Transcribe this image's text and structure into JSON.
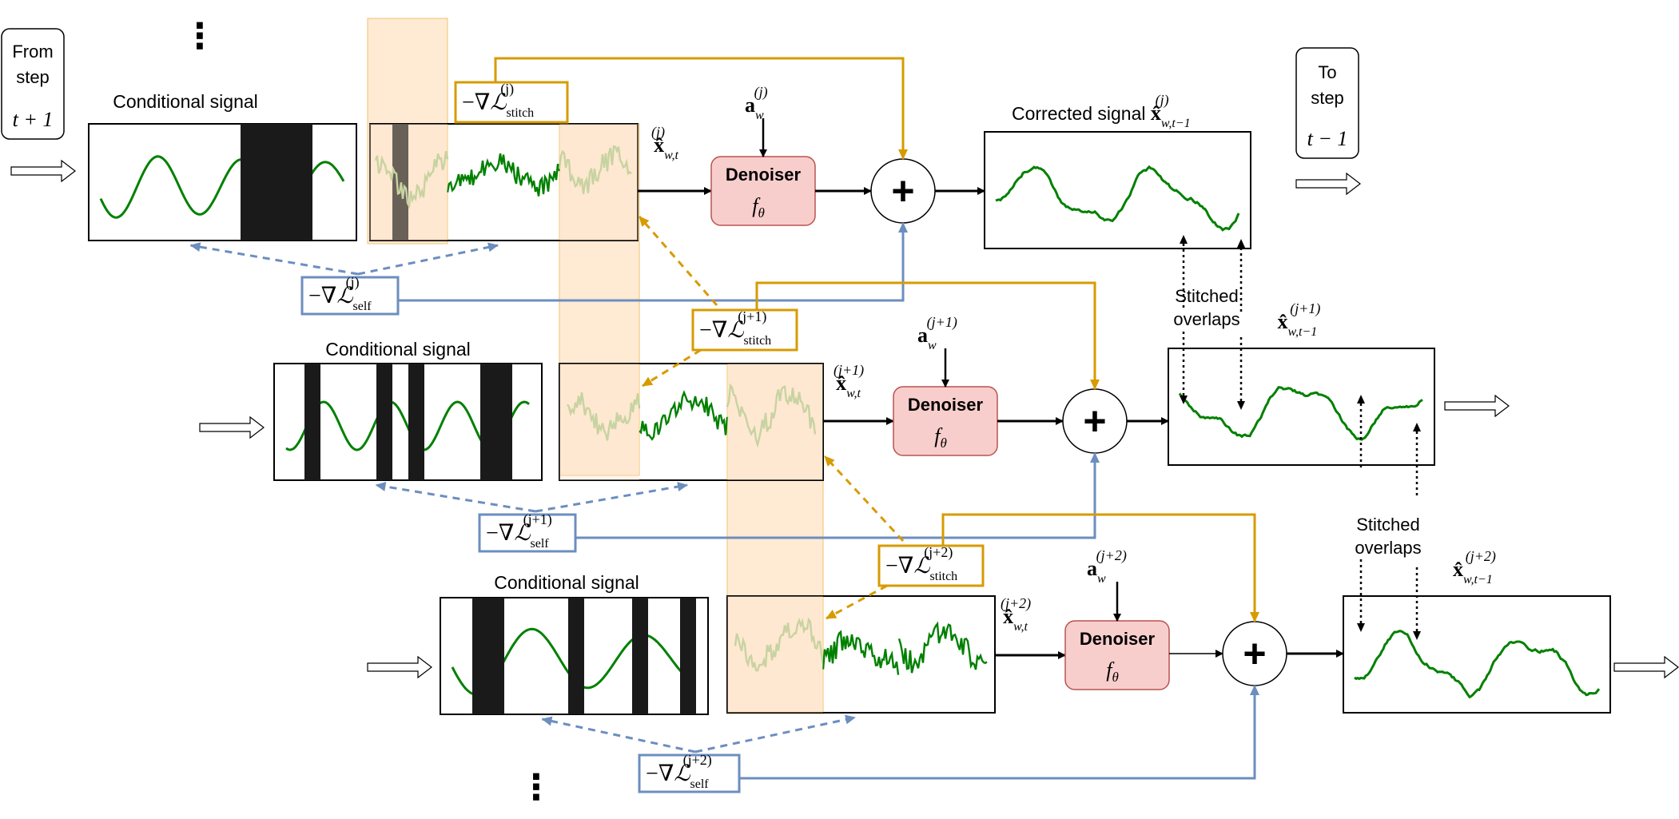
{
  "labels": {
    "from_step": [
      "From",
      "step",
      "t + 1"
    ],
    "to_step": [
      "To",
      "step",
      "t − 1"
    ],
    "conditional_signal": "Conditional signal",
    "corrected_signal": "Corrected signal",
    "denoiser": "Denoiser",
    "f_theta": "f",
    "theta": "θ",
    "plus": "+",
    "stitched_overlaps": [
      "Stitched",
      "overlaps"
    ],
    "ellipsis": "⋮"
  },
  "math": {
    "grad_prefix": "−∇",
    "loss": "ℒ",
    "sub_stitch": "stitch",
    "sub_self": "self",
    "x_hat": "x̂",
    "a": "a",
    "w": "w",
    "sub_wt": "w,t",
    "sub_wt1": "w,t−1"
  },
  "rows": [
    {
      "idx": "(j)"
    },
    {
      "idx": "(j+1)"
    },
    {
      "idx": "(j+2)"
    }
  ],
  "colors": {
    "stitch": "#D79B00",
    "self": "#6C8EBF",
    "signal_dark": "#008000",
    "signal_light": "#A9C98A",
    "overlap_fill": "#FFE6CC",
    "denoiser_fill": "#F8CECC",
    "denoiser_stroke": "#B85450",
    "mask": "#1a1a1a"
  }
}
